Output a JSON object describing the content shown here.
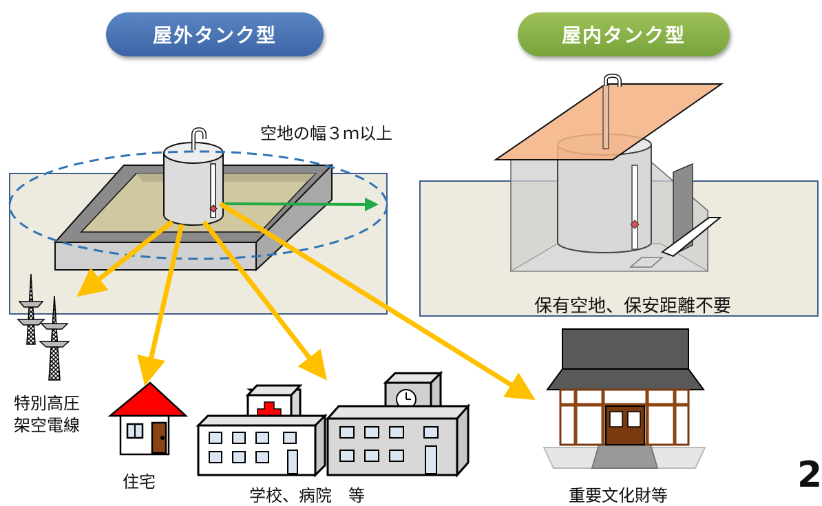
{
  "header": {
    "outdoor_title": "屋外タンク型",
    "indoor_title": "屋内タンク型"
  },
  "labels": {
    "open_space_width": "空地の幅３ｍ以上",
    "indoor_note": "保有空地、保安距離不要",
    "power_line_1": "特別高圧",
    "power_line_2": "架空電線",
    "house": "住宅",
    "school_hospital": "学校、病院　等",
    "cultural_property": "重要文化財等",
    "page_number": "2"
  },
  "colors": {
    "outdoor_accent": "#3b64a6",
    "indoor_accent": "#78a33a",
    "arrow_yellow": "#ffc000",
    "arrow_green": "#22aa44",
    "ground": "#edeae0"
  }
}
